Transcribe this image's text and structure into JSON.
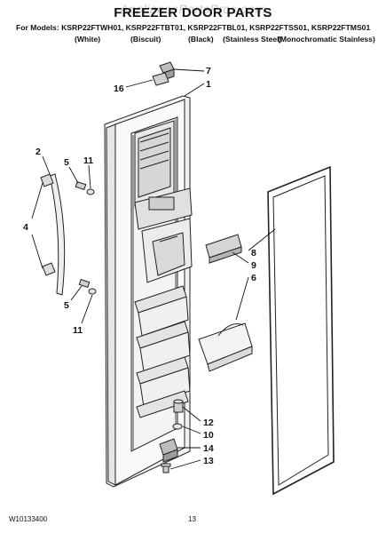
{
  "watermark": "AppliancePartsPros.com",
  "title": "FREEZER DOOR PARTS",
  "models_line": "For Models: KSRP22FTWH01, KSRP22FTBT01, KSRP22FTBL01, KSRP22FTSS01, KSRP22FTMS01",
  "colors": [
    "(White)",
    "(Biscuit)",
    "(Black)",
    "(Stainless Steel)",
    "(Monochromatic Stainless)"
  ],
  "callouts": {
    "c7": "7",
    "c1": "1",
    "c16": "16",
    "c2": "2",
    "c5a": "5",
    "c11a": "11",
    "c4": "4",
    "c5b": "5",
    "c11b": "11",
    "c8": "8",
    "c9": "9",
    "c6": "6",
    "c12": "12",
    "c10": "10",
    "c14": "14",
    "c13": "13"
  },
  "footer": {
    "doc_number": "W10133400",
    "page": "13"
  }
}
